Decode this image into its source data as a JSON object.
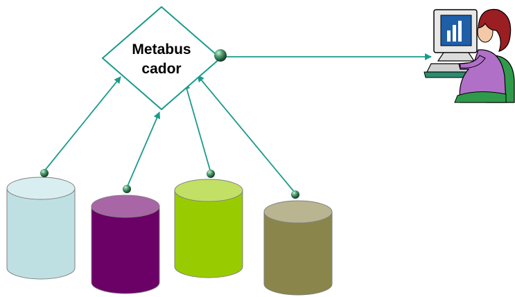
{
  "metasearch": {
    "label_line1": "Metabus",
    "label_line2": "cador"
  },
  "databases": [
    {
      "name": "db-light-blue",
      "body_color": "#bfe0e2",
      "top_color": "#d9eef0"
    },
    {
      "name": "db-purple",
      "body_color": "#6b0066",
      "top_color": "#a866a6"
    },
    {
      "name": "db-lime",
      "body_color": "#99cc00",
      "top_color": "#c2e066"
    },
    {
      "name": "db-olive",
      "body_color": "#8a854a",
      "top_color": "#b8b590"
    }
  ],
  "colors": {
    "arrow": "#1a9a8c",
    "connector": "#2f6b4a",
    "diamond_stroke": "#1a9a8c"
  },
  "user_icon": "person-at-computer-icon"
}
